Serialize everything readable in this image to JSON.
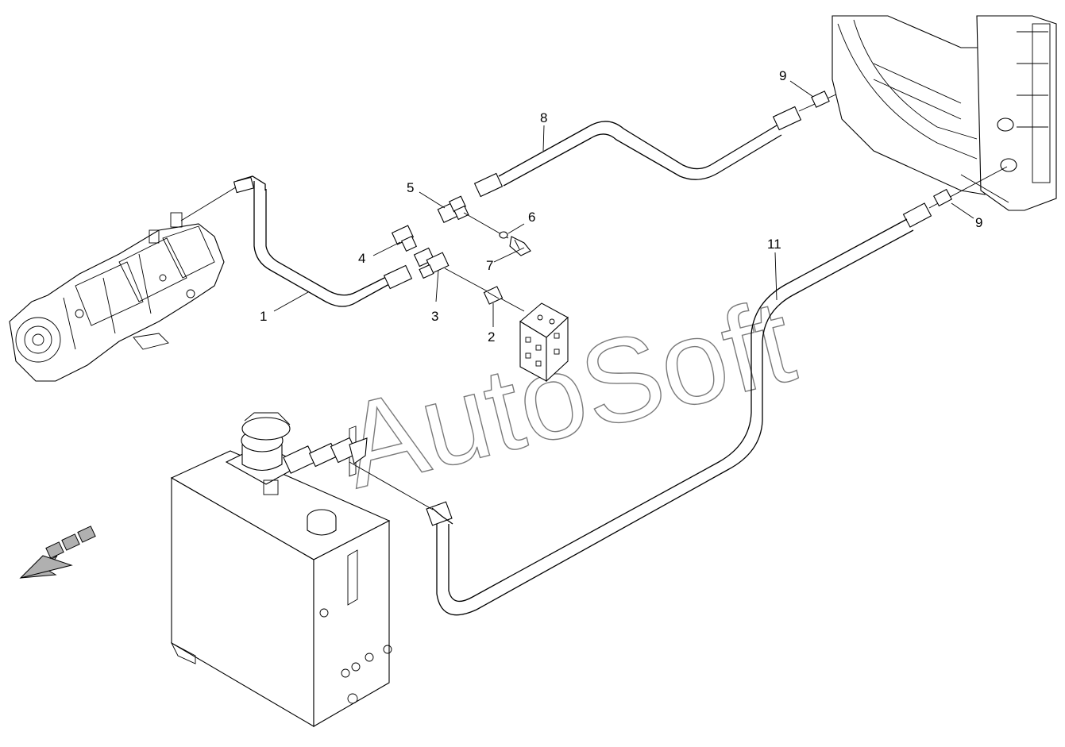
{
  "diagram": {
    "watermark": "AutoSoft",
    "callouts": [
      {
        "id": "c1",
        "label": "1"
      },
      {
        "id": "c2",
        "label": "2"
      },
      {
        "id": "c3",
        "label": "3"
      },
      {
        "id": "c4",
        "label": "4"
      },
      {
        "id": "c5",
        "label": "5"
      },
      {
        "id": "c6",
        "label": "6"
      },
      {
        "id": "c7",
        "label": "7"
      },
      {
        "id": "c8",
        "label": "8"
      },
      {
        "id": "c9a",
        "label": "9"
      },
      {
        "id": "c9b",
        "label": "9"
      },
      {
        "id": "c11",
        "label": "11"
      }
    ],
    "colors": {
      "line": "#000000",
      "watermark": "#7a7a7a",
      "arrow": "#b0b0b0",
      "background": "#ffffff"
    },
    "icons": [
      "direction-arrow-icon"
    ]
  }
}
